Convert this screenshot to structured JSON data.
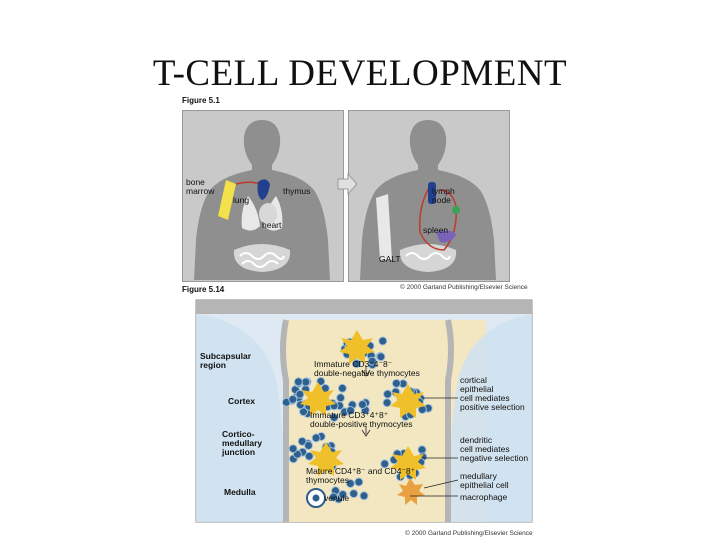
{
  "title": "T-CELL DEVELOPMENT",
  "figure_top": {
    "label": "Figure 5.1",
    "left_panel": {
      "bone_marrow": "bone\nmarrow",
      "lung": "lung",
      "thymus": "thymus",
      "heart": "heart"
    },
    "right_panel": {
      "lymph_node": "lymph\nnode",
      "spleen": "spleen",
      "galt": "GALT"
    },
    "copyright": "© 2000 Garland Publishing/Elsevier Science"
  },
  "figure_bottom": {
    "label": "Figure 5.14",
    "regions": {
      "subcapsular": "Subcapsular\nregion",
      "cortex": "Cortex",
      "corticomedullary": "Cortico-\nmedullary\njunction",
      "medulla": "Medulla"
    },
    "center": {
      "immature_dn": "Immature CD3⁻4⁻8⁻\ndouble-negative thymocytes",
      "immature_dp": "Immature CD3⁺4⁺8⁺\ndouble-positive thymocytes",
      "mature": "Mature CD4⁺8⁻ and CD4⁻8⁺\nthymocytes",
      "venule": "venule"
    },
    "right": {
      "cortical_epithelial": "cortical\nepithelial\ncell mediates\npositive selection",
      "dendritic": "dendritic\ncell mediates\nnegative selection",
      "medullary_epithelial": "medullary\nepithelial cell",
      "macrophage": "macrophage"
    },
    "copyright": "© 2000 Garland Publishing/Elsevier Science"
  },
  "colors": {
    "panel_gray": "#c9c9c9",
    "body_gray": "#8f8f8f",
    "cortex_blue": "#cfe1ef",
    "medulla_cream": "#f3e7c1",
    "thymocyte_blue": "#2f5f8c",
    "epithelial_yellow": "#f0c02a",
    "bone_yellow": "#f2e14a",
    "vessel_red": "#c0392b",
    "organ_blue": "#23408f",
    "organ_purple": "#7a62b8",
    "node_green": "#3aa357"
  }
}
